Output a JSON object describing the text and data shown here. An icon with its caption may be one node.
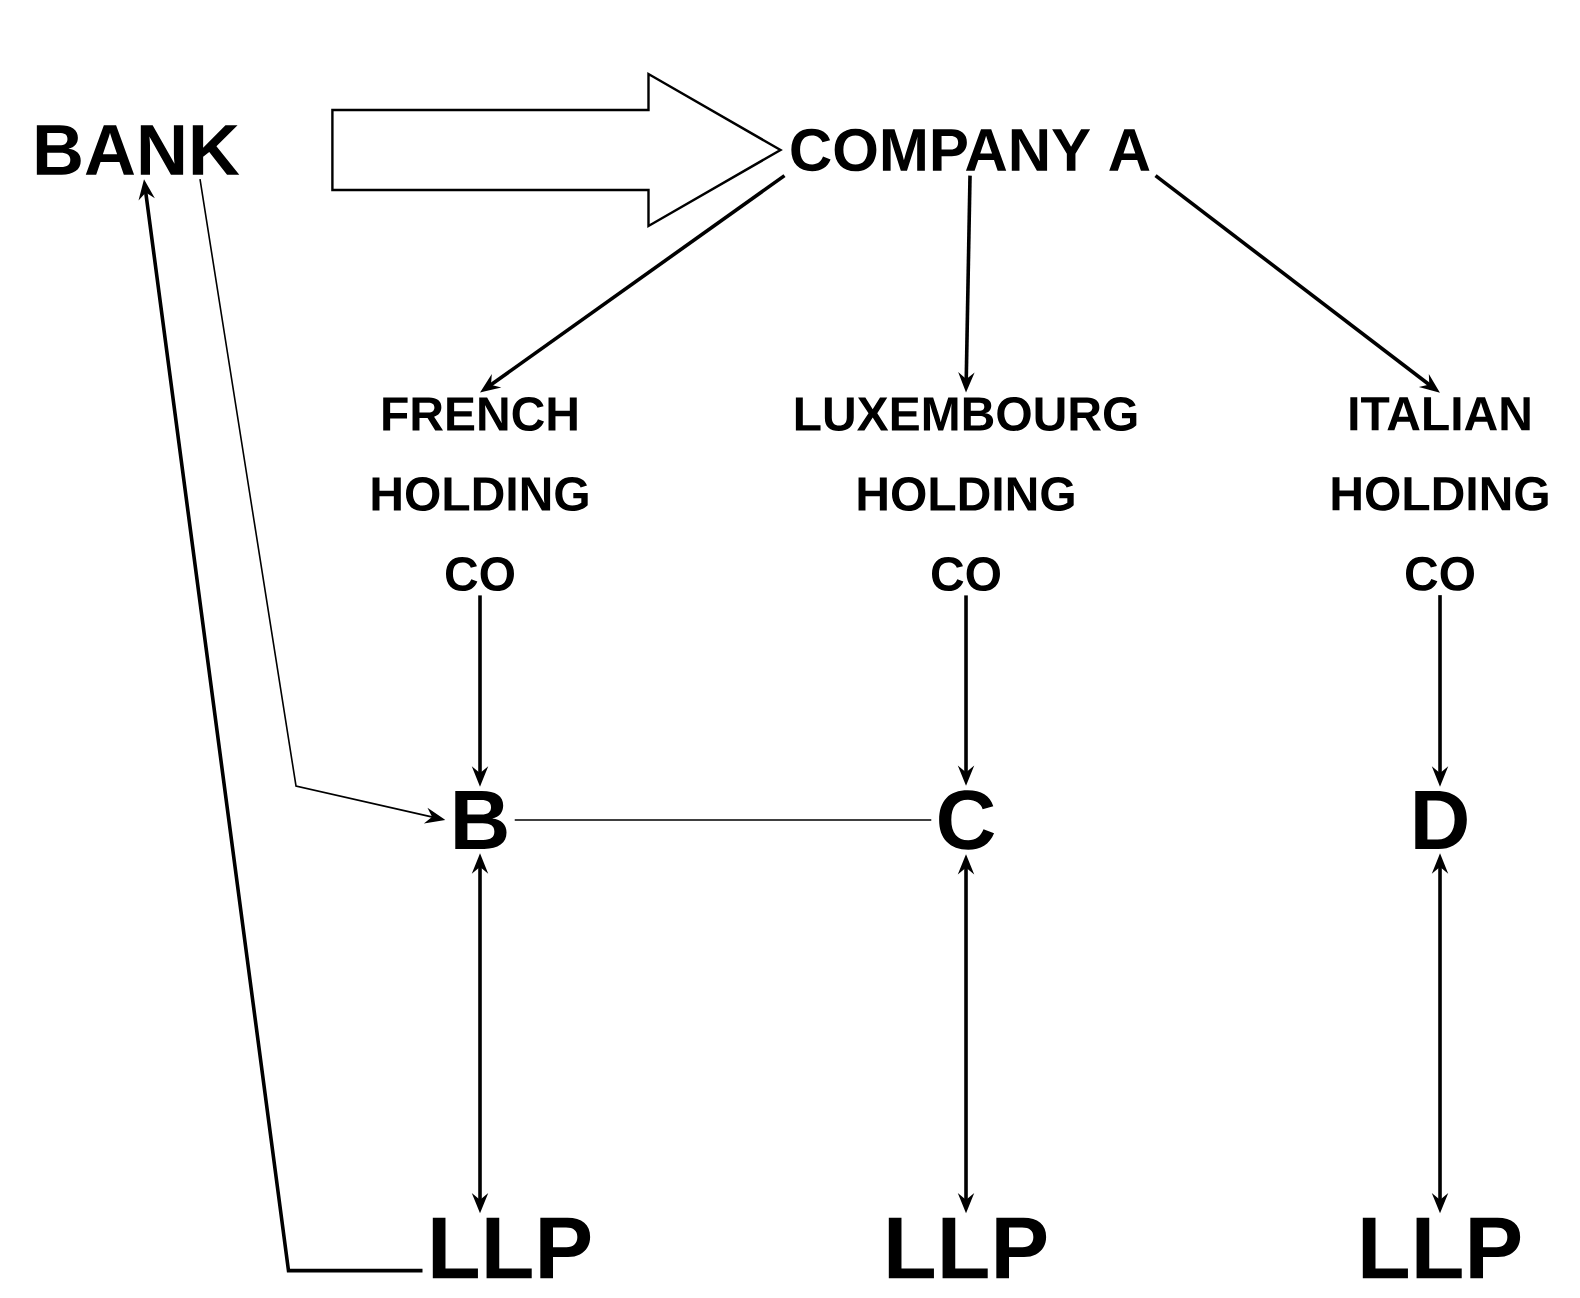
{
  "diagram": {
    "nodes": [
      {
        "text": [
          "BANK"
        ]
      },
      {
        "text": [
          "COMPANY A"
        ]
      },
      {
        "text": [
          "FRENCH HOLDING CO"
        ]
      },
      {
        "text": [
          "LUXEMBOURG HOLDING CO"
        ]
      },
      {
        "text": [
          "ITALIAN HOLDING CO"
        ]
      },
      {
        "text": [
          "B"
        ]
      },
      {
        "text": [
          "C"
        ]
      },
      {
        "text": [
          "D"
        ]
      },
      {
        "text": [
          "LLP"
        ]
      },
      {
        "text": [
          "LLP"
        ]
      },
      {
        "text": [
          "LLP"
        ]
      }
    ],
    "edges": [
      {
        "from": 0,
        "to": 1,
        "arrow": "to",
        "style": "thick"
      },
      {
        "from": 1,
        "to": 2,
        "arrow": "to"
      },
      {
        "from": 1,
        "to": 3,
        "arrow": "to"
      },
      {
        "from": 1,
        "to": 4,
        "arrow": "to"
      },
      {
        "from": 2,
        "to": 5,
        "arrow": "to"
      },
      {
        "from": 3,
        "to": 6,
        "arrow": "to"
      },
      {
        "from": 4,
        "to": 7,
        "arrow": "to"
      },
      {
        "from": 0,
        "to": 5,
        "arrow": "to"
      },
      {
        "from": 5,
        "to": 6,
        "arrow": "none"
      },
      {
        "from": 5,
        "to": 8,
        "arrow": "both"
      },
      {
        "from": 6,
        "to": 9,
        "arrow": "both"
      },
      {
        "from": 7,
        "to": 10,
        "arrow": "both"
      },
      {
        "from": 8,
        "to": 0,
        "arrow": "to"
      }
    ]
  }
}
